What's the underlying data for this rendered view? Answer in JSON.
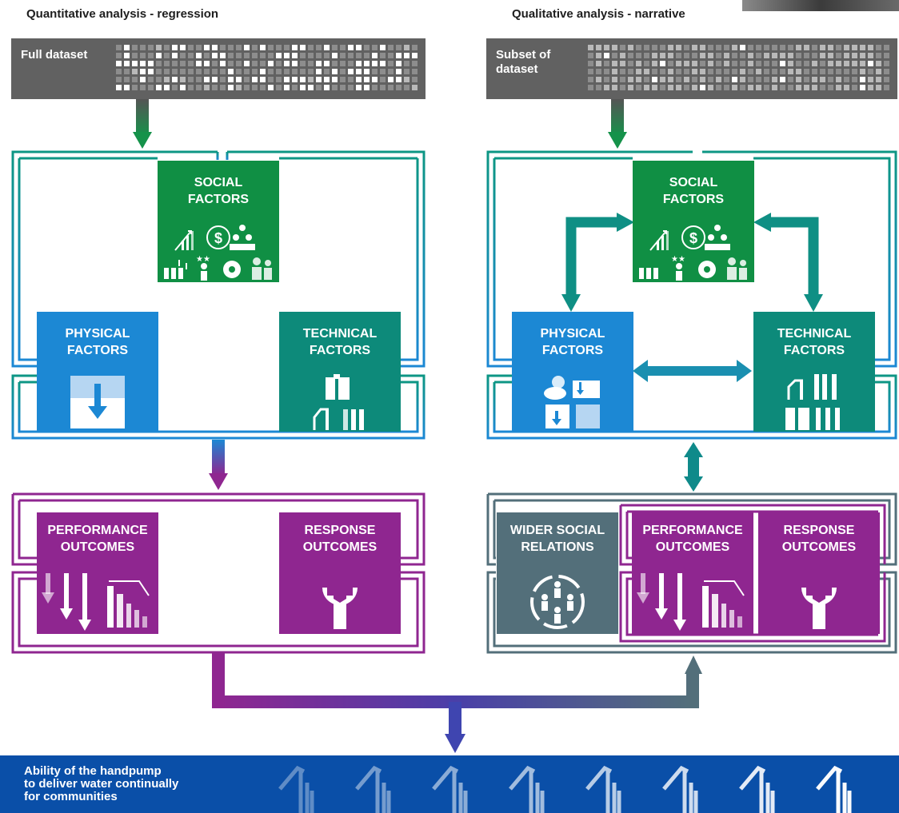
{
  "left": {
    "title": "Quantitative analysis - regression",
    "dataset_label": "Full dataset",
    "social": "SOCIAL\nFACTORS",
    "physical": "PHYSICAL\nFACTORS",
    "technical": "TECHNICAL\nFACTORS",
    "performance": "PERFORMANCE\nOUTCOMES",
    "response": "RESPONSE\nOUTCOMES"
  },
  "right": {
    "title": "Qualitative analysis - narrative",
    "dataset_label": "Subset of\ndataset",
    "social": "SOCIAL\nFACTORS",
    "physical": "PHYSICAL\nFACTORS",
    "technical": "TECHNICAL\nFACTORS",
    "wider": "WIDER SOCIAL\nRELATIONS",
    "performance": "PERFORMANCE\nOUTCOMES",
    "response": "RESPONSE\nOUTCOMES"
  },
  "bottom": {
    "text": "Ability of the handpump\nto deliver water continually\nfor communities"
  },
  "colors": {
    "social": "#108f44",
    "physical": "#1c88d4",
    "technical": "#0d8a7a",
    "outcomes": "#8f2690",
    "wider": "#536f7a",
    "dataset": "#616161",
    "bottom": "#0a4fa8"
  },
  "icons": {
    "social": [
      "growth-chart-icon",
      "dollar-icon",
      "hierarchy-icon",
      "population-icon",
      "stars-person-icon",
      "gear-icon",
      "group-icon"
    ],
    "physical": [
      "water-level-icon",
      "cloud-sun-icon"
    ],
    "technical": [
      "handpump-icon",
      "pipe-columns-icon"
    ],
    "performance": [
      "decline-arrows-icon",
      "declining-bars-icon"
    ],
    "response": [
      "wrench-icon"
    ],
    "wider": [
      "community-circle-icon"
    ],
    "bottom": [
      "handpump-icon"
    ]
  }
}
